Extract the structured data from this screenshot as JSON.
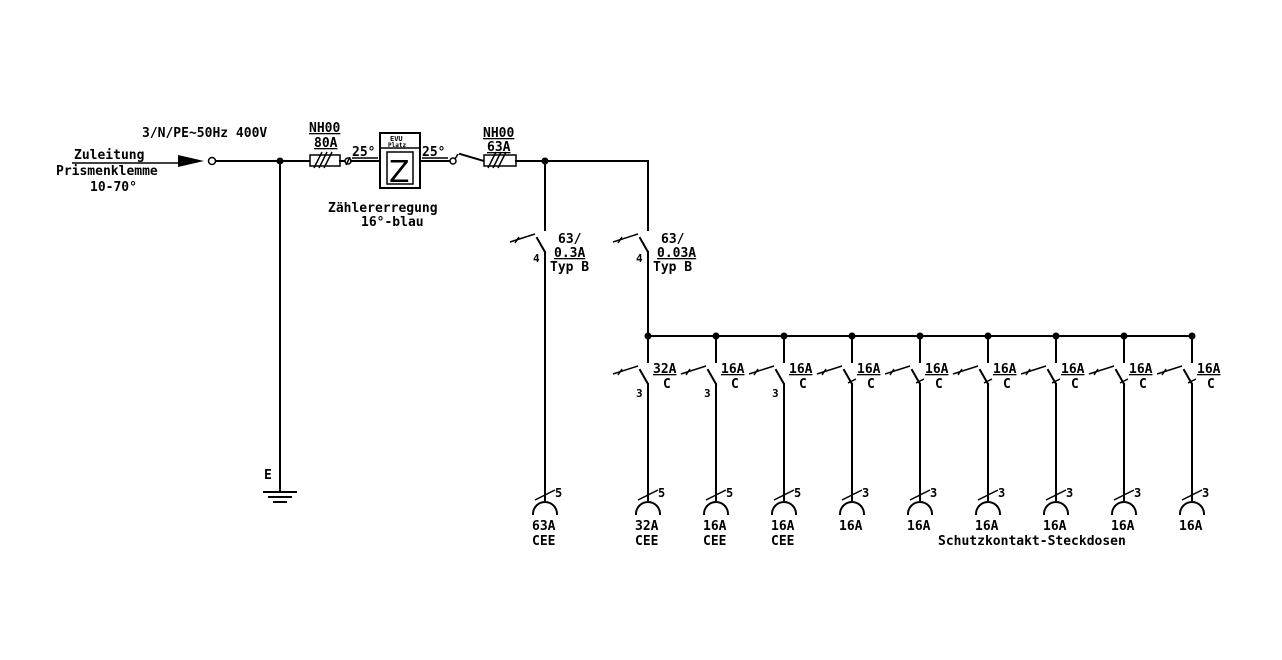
{
  "supply": {
    "label_line1": "Zuleitung",
    "label_line2": "Prismenklemme",
    "label_line3": "10-70°",
    "system": "3/N/PE~50Hz  400V"
  },
  "main_fuse": {
    "type": "NH00",
    "rating": "80A"
  },
  "meter": {
    "wire_in": "25°",
    "wire_out": "25°",
    "box_top": "EVU",
    "box_sub": "Platz",
    "symbol": "Z",
    "note_line1": "Zählererregung",
    "note_line2": "16°-blau"
  },
  "fuse2": {
    "type": "NH00",
    "rating": "63A"
  },
  "earth": {
    "label": "E"
  },
  "rcds": [
    {
      "rating": "63/",
      "trip": "0.3A",
      "type": "Typ B",
      "poles": "4"
    },
    {
      "rating": "63/",
      "trip": "0.03A",
      "type": "Typ B",
      "poles": "4"
    }
  ],
  "mcbs": [
    {
      "rating": "32A",
      "curve": "C",
      "poles": "3"
    },
    {
      "rating": "16A",
      "curve": "C",
      "poles": "3"
    },
    {
      "rating": "16A",
      "curve": "C",
      "poles": "3"
    },
    {
      "rating": "16A",
      "curve": "C",
      "poles": ""
    },
    {
      "rating": "16A",
      "curve": "C",
      "poles": ""
    },
    {
      "rating": "16A",
      "curve": "C",
      "poles": ""
    },
    {
      "rating": "16A",
      "curve": "C",
      "poles": ""
    },
    {
      "rating": "16A",
      "curve": "C",
      "poles": ""
    },
    {
      "rating": "16A",
      "curve": "C",
      "poles": ""
    }
  ],
  "sockets": [
    {
      "poles": "5",
      "rating": "63A",
      "type": "CEE"
    },
    {
      "poles": "5",
      "rating": "32A",
      "type": "CEE"
    },
    {
      "poles": "5",
      "rating": "16A",
      "type": "CEE"
    },
    {
      "poles": "5",
      "rating": "16A",
      "type": "CEE"
    },
    {
      "poles": "3",
      "rating": "16A",
      "type": ""
    },
    {
      "poles": "3",
      "rating": "16A",
      "type": ""
    },
    {
      "poles": "3",
      "rating": "16A",
      "type": ""
    },
    {
      "poles": "3",
      "rating": "16A",
      "type": ""
    },
    {
      "poles": "3",
      "rating": "16A",
      "type": ""
    },
    {
      "poles": "3",
      "rating": "16A",
      "type": ""
    }
  ],
  "schuko_label": "Schutzkontakt-Steckdosen"
}
